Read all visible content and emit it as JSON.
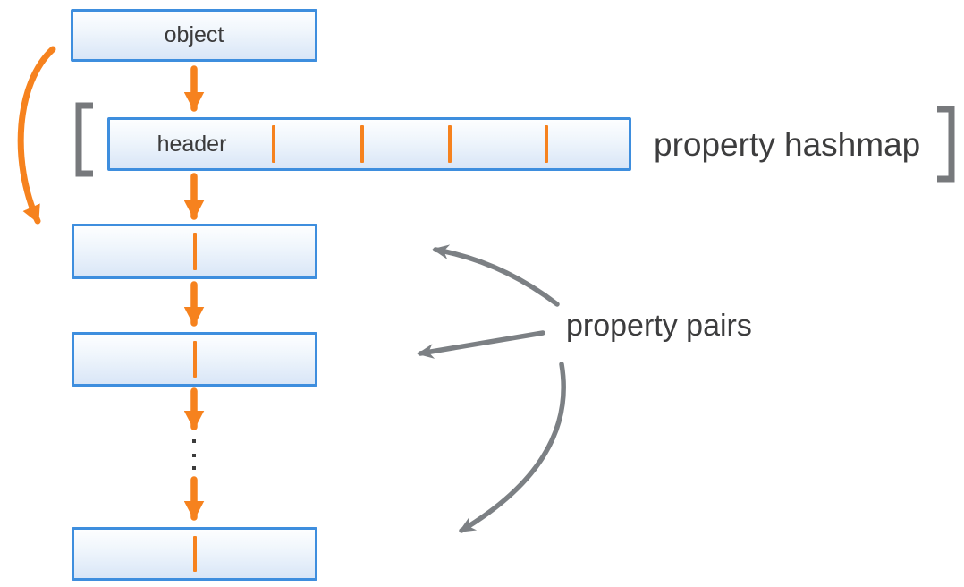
{
  "diagram": {
    "object_box": {
      "label": "object"
    },
    "hashmap": {
      "header_label": "header",
      "annotation": "property hashmap",
      "slot_count": 5,
      "divider_count": 4
    },
    "property_pairs": {
      "annotation": "property pairs",
      "visible_boxes": 3,
      "slots_per_box": 2,
      "ellipsis_between_second_and_last": true,
      "annotation_arrow_count": 3
    }
  },
  "colors": {
    "accent_orange": "#f6821e",
    "box_border_blue": "#3e8ede",
    "box_fill_top": "#fdfeff",
    "box_fill_bottom": "#d9e6f7",
    "annotation_arrow_gray": "#7c8084",
    "bracket_gray": "#77797c",
    "text_dark": "#3b3b3c"
  }
}
